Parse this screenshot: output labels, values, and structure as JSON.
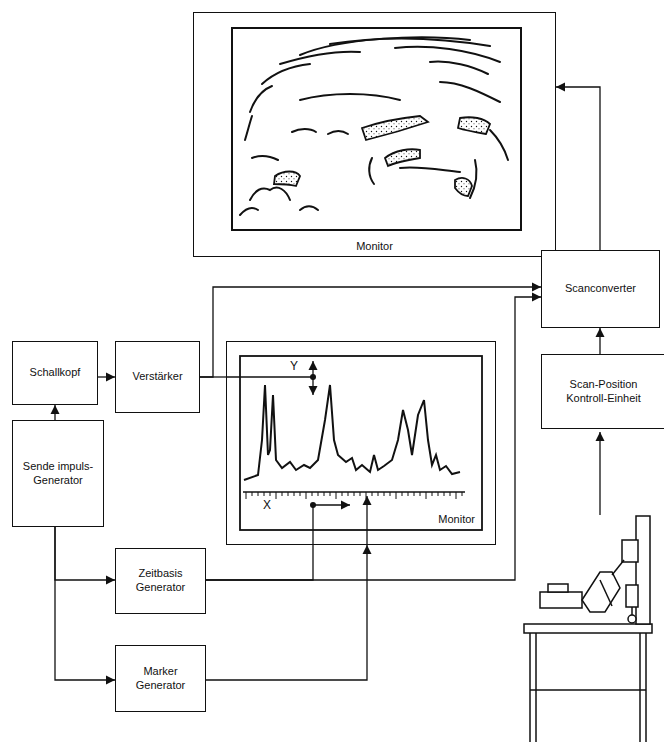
{
  "diagram": {
    "nodes": [
      {
        "text": [
          "Monitor"
        ]
      },
      {
        "text": [
          "Schallkopf"
        ]
      },
      {
        "text": [
          "Verstärker"
        ]
      },
      {
        "text": [
          "Monitor"
        ]
      },
      {
        "text": [
          "Scanconverter"
        ]
      },
      {
        "text": [
          "Sende impuls- Generator"
        ]
      },
      {
        "text": [
          "Scan-Position Kontroll-Einheit"
        ]
      },
      {
        "text": [
          "Zeitbasis Generator"
        ]
      },
      {
        "text": [
          "Marker Generator"
        ]
      }
    ],
    "edges": [
      {
        "from": 1,
        "to": 2,
        "arrow": "to"
      },
      {
        "from": 5,
        "to": 1,
        "arrow": "to"
      },
      {
        "from": 2,
        "to": 4,
        "arrow": "to"
      },
      {
        "from": 2,
        "to": 3,
        "arrow": "none"
      },
      {
        "from": 5,
        "to": 7,
        "arrow": "to"
      },
      {
        "from": 5,
        "to": 8,
        "arrow": "to"
      },
      {
        "from": 7,
        "to": 3,
        "arrow": "none"
      },
      {
        "from": 7,
        "to": 4,
        "arrow": "to"
      },
      {
        "from": 8,
        "to": 3,
        "arrow": "to"
      },
      {
        "from": 6,
        "to": 4,
        "arrow": "to"
      },
      {
        "from": 4,
        "to": 0,
        "arrow": "to"
      }
    ],
    "labels": [
      "Y",
      "X"
    ]
  }
}
